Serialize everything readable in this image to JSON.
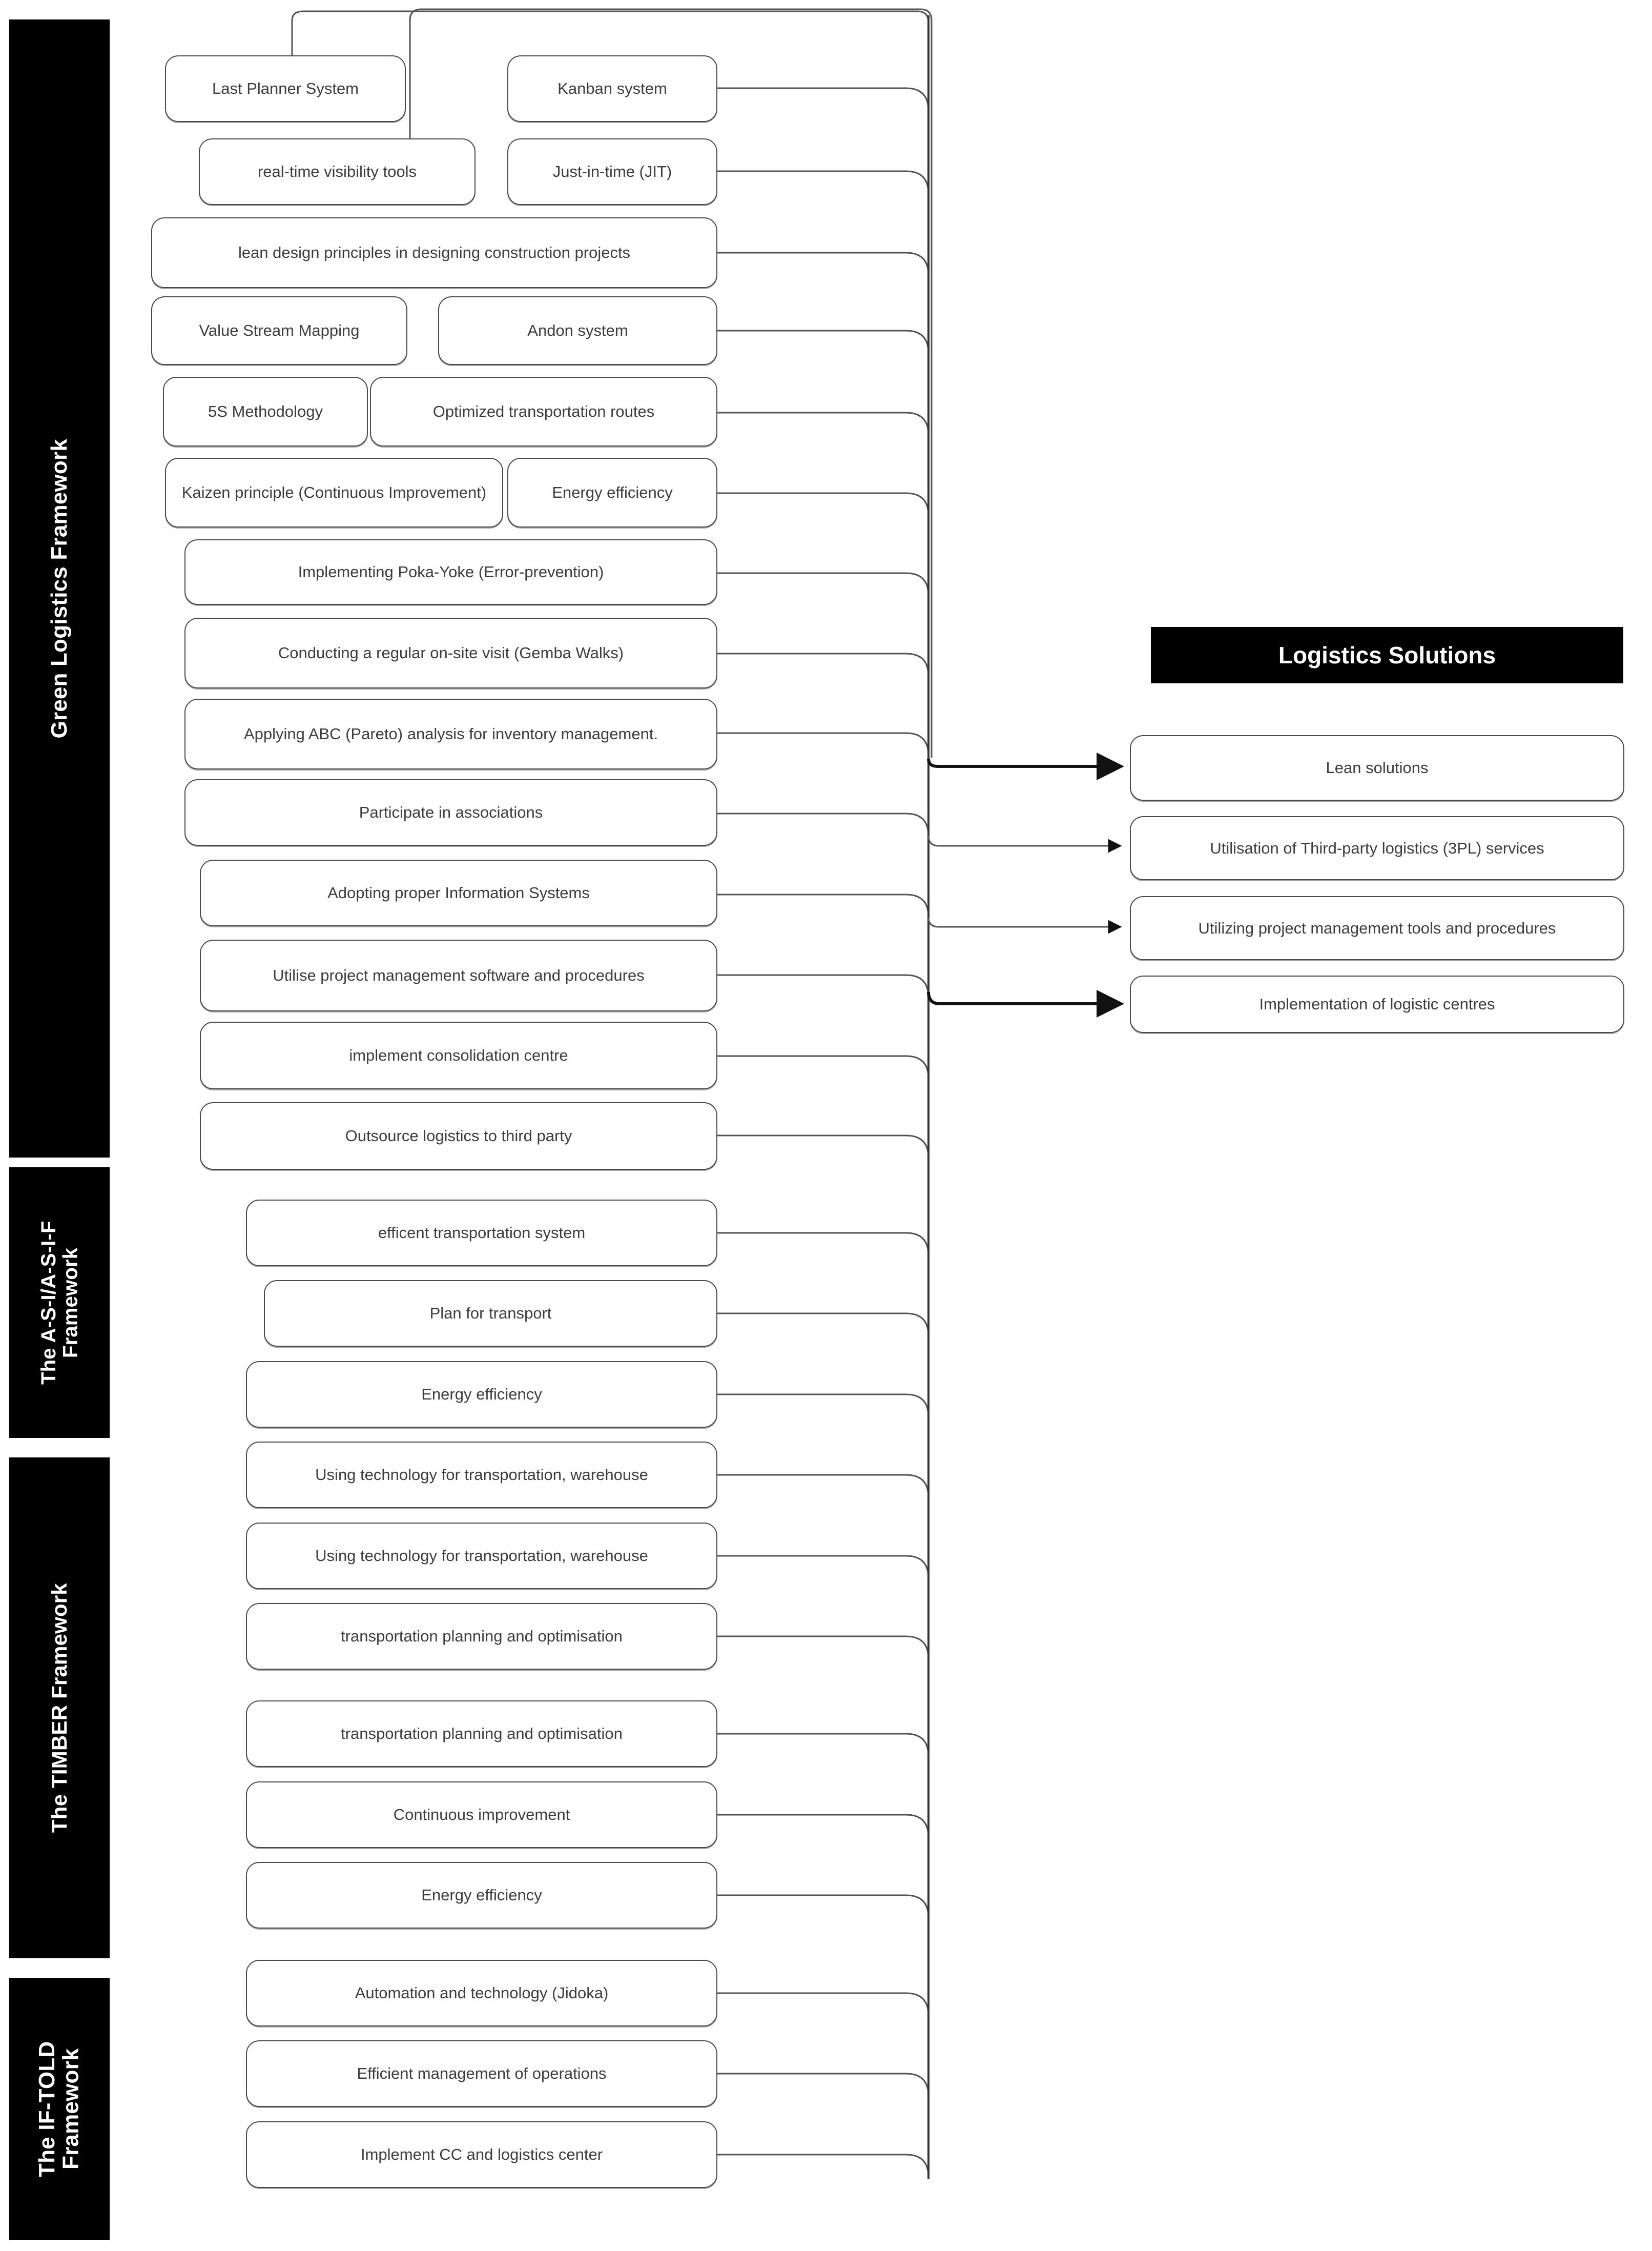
{
  "colors": {
    "bar_bg": "#000000",
    "bar_text": "#ffffff",
    "box_border": "#4a4a4a",
    "box_text": "#3d3d3d",
    "page_bg": "#ffffff"
  },
  "categories": [
    {
      "id": "green-logistics",
      "label": "Green Logistics Framework"
    },
    {
      "id": "a-s-i",
      "label": "The A-S-I/A-S-I-F Framework"
    },
    {
      "id": "timber",
      "label": "The TIMBER Framework"
    },
    {
      "id": "if-told",
      "label": "The IF-TOLD Framework"
    }
  ],
  "practices": [
    {
      "label": "Last Planner System"
    },
    {
      "label": "Kanban system"
    },
    {
      "label": "real-time visibility tools"
    },
    {
      "label": "Just-in-time (JIT)"
    },
    {
      "label": "lean design principles in designing construction projects"
    },
    {
      "label": "Value Stream Mapping"
    },
    {
      "label": "Andon system"
    },
    {
      "label": "5S Methodology"
    },
    {
      "label": "Optimized transportation routes"
    },
    {
      "label": "Kaizen principle (Continuous Improvement)"
    },
    {
      "label": "Energy efficiency"
    },
    {
      "label": "Implementing Poka-Yoke (Error-prevention)"
    },
    {
      "label": "Conducting a regular on-site visit (Gemba Walks)"
    },
    {
      "label": "Applying ABC (Pareto) analysis for inventory management."
    },
    {
      "label": "Participate in associations"
    },
    {
      "label": "Adopting proper Information Systems"
    },
    {
      "label": "Utilise project management software and procedures"
    },
    {
      "label": "implement consolidation centre"
    },
    {
      "label": "Outsource logistics to third party"
    },
    {
      "label": "efficent transportation system"
    },
    {
      "label": "Plan for transport"
    },
    {
      "label": "Energy efficiency"
    },
    {
      "label": "Using technology for transportation, warehouse"
    },
    {
      "label": "Using technology for transportation, warehouse"
    },
    {
      "label": "transportation planning and optimisation"
    },
    {
      "label": "transportation planning and optimisation"
    },
    {
      "label": "Continuous improvement"
    },
    {
      "label": "Energy efficiency"
    },
    {
      "label": "Automation and technology (Jidoka)"
    },
    {
      "label": "Efficient management of operations"
    },
    {
      "label": "Implement CC and logistics center"
    }
  ],
  "solutions": {
    "header": "Logistics Solutions",
    "items": [
      {
        "label": "Lean solutions"
      },
      {
        "label": "Utilisation of Third-party logistics (3PL) services"
      },
      {
        "label": "Utilizing project management tools and procedures"
      },
      {
        "label": "Implementation of logistic centres"
      }
    ]
  }
}
